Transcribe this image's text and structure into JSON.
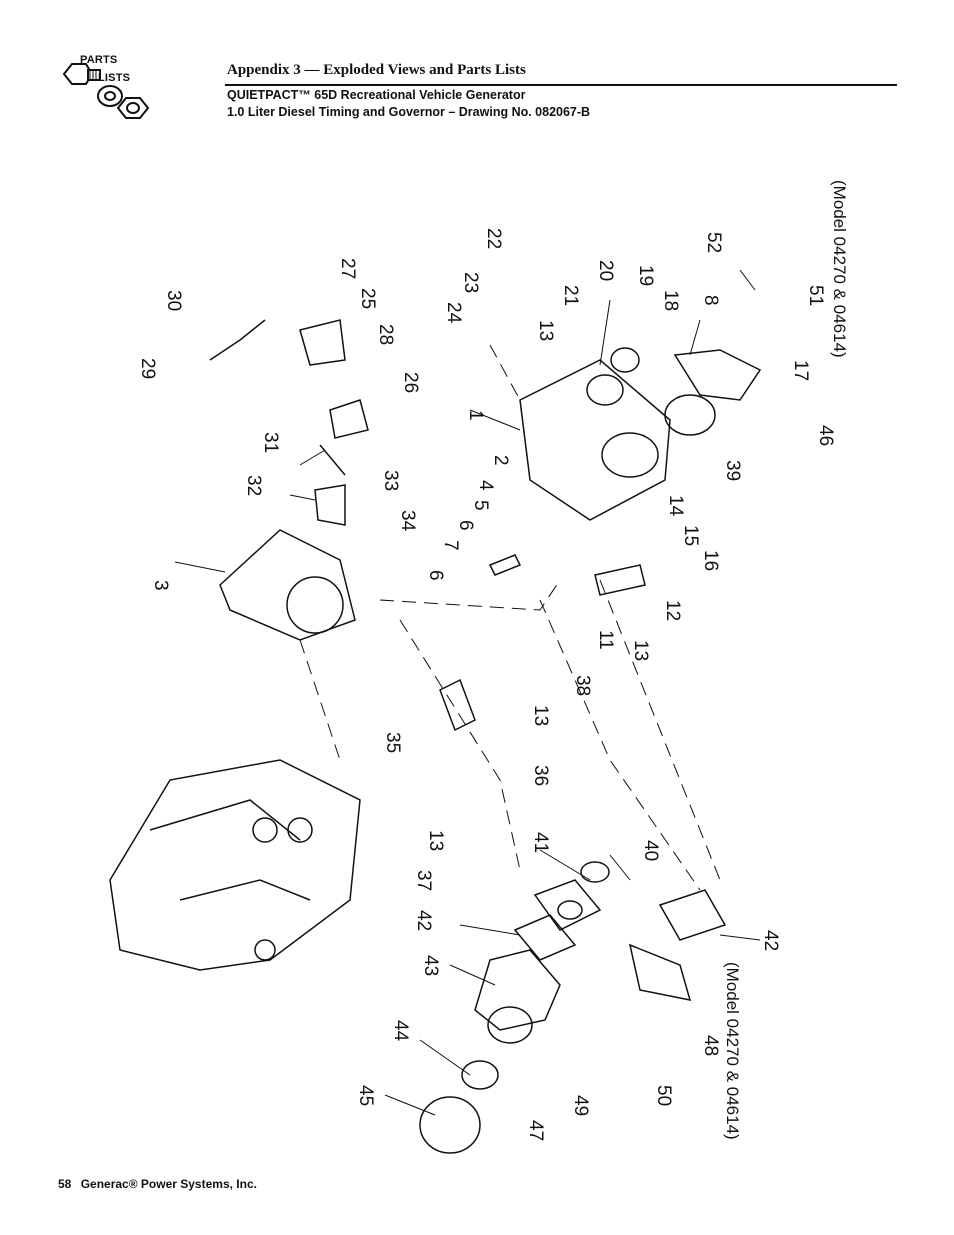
{
  "header": {
    "logo_line1": "PARTS",
    "logo_line2": "LISTS",
    "title": "Appendix 3 — Exploded Views and Parts Lists",
    "subtitle1": "QUIETPACT™ 65D Recreational Vehicle Generator",
    "subtitle2": "1.0 Liter Diesel Timing and Governor – Drawing No. 082067-B"
  },
  "drawing": {
    "callouts": [
      "1",
      "2",
      "3",
      "4",
      "5",
      "6",
      "6",
      "7",
      "8",
      "11",
      "12",
      "13",
      "13",
      "13",
      "13",
      "14",
      "15",
      "16",
      "17",
      "18",
      "19",
      "20",
      "21",
      "22",
      "23",
      "24",
      "25",
      "26",
      "27",
      "28",
      "29",
      "30",
      "31",
      "32",
      "33",
      "34",
      "35",
      "36",
      "37",
      "38",
      "39",
      "40",
      "41",
      "42",
      "42",
      "43",
      "44",
      "45",
      "46",
      "47",
      "48",
      "49",
      "50",
      "51",
      "52"
    ],
    "model_note_top": "(Model 04270 & 04614)",
    "model_note_bottom": "(Model 04270 & 04614)"
  },
  "footer": {
    "page_number": "58",
    "company": "Generac® Power Systems, Inc."
  }
}
